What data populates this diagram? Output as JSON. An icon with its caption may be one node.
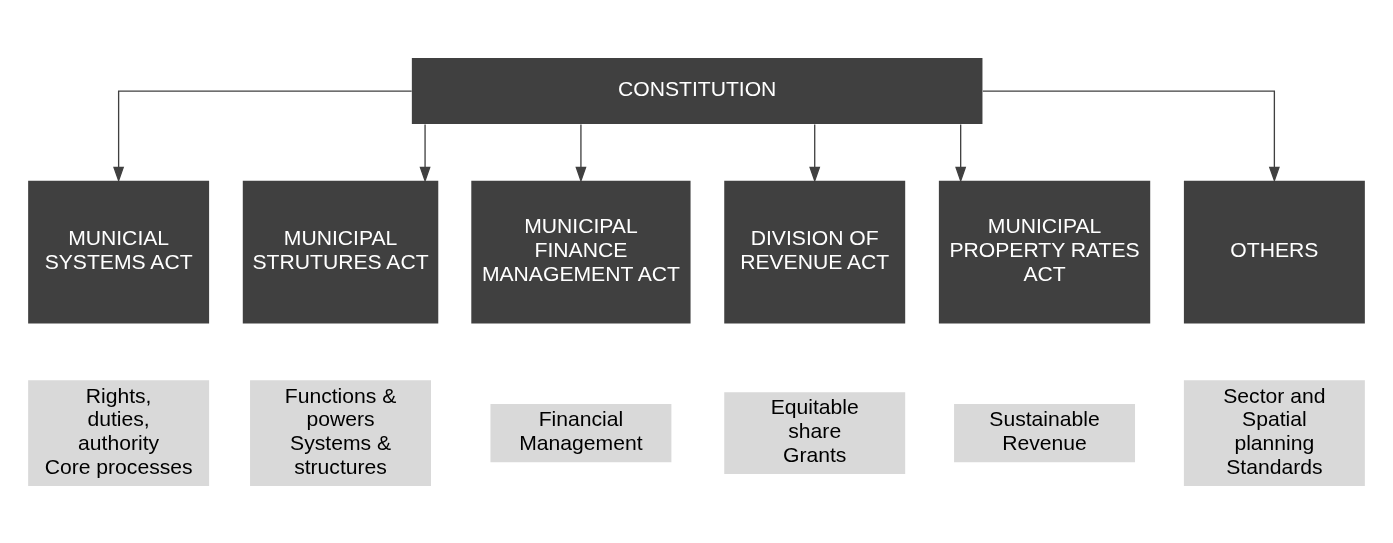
{
  "diagram": {
    "nodes": [
      {
        "text": [
          "CONSTITUTION"
        ]
      },
      {
        "text": [
          "MUNICIAL SYSTEMS ACT"
        ]
      },
      {
        "text": [
          "MUNICIPAL STRUTURES ACT"
        ]
      },
      {
        "text": [
          "MUNICIPAL FINANCE MANAGEMENT ACT"
        ]
      },
      {
        "text": [
          "DIVISION OF REVENUE ACT"
        ]
      },
      {
        "text": [
          "MUNICIPAL PROPERTY RATES ACT"
        ]
      },
      {
        "text": [
          "OTHERS"
        ]
      },
      {
        "text": [
          "Rights, duties, authority",
          "Core processes"
        ]
      },
      {
        "text": [
          "Functions & powers",
          "Systems & structures"
        ]
      },
      {
        "text": [
          "Financial Management"
        ]
      },
      {
        "text": [
          "Equitable share",
          "Grants"
        ]
      },
      {
        "text": [
          "Sustainable Revenue"
        ]
      },
      {
        "text": [
          "Sector and Spatial planning",
          "Standards"
        ]
      }
    ],
    "edges": [
      {
        "from": 0,
        "to": 1,
        "arrow": "to"
      },
      {
        "from": 0,
        "to": 2,
        "arrow": "to"
      },
      {
        "from": 0,
        "to": 3,
        "arrow": "to"
      },
      {
        "from": 0,
        "to": 4,
        "arrow": "to"
      },
      {
        "from": 0,
        "to": 5,
        "arrow": "to"
      },
      {
        "from": 0,
        "to": 6,
        "arrow": "to"
      }
    ]
  }
}
